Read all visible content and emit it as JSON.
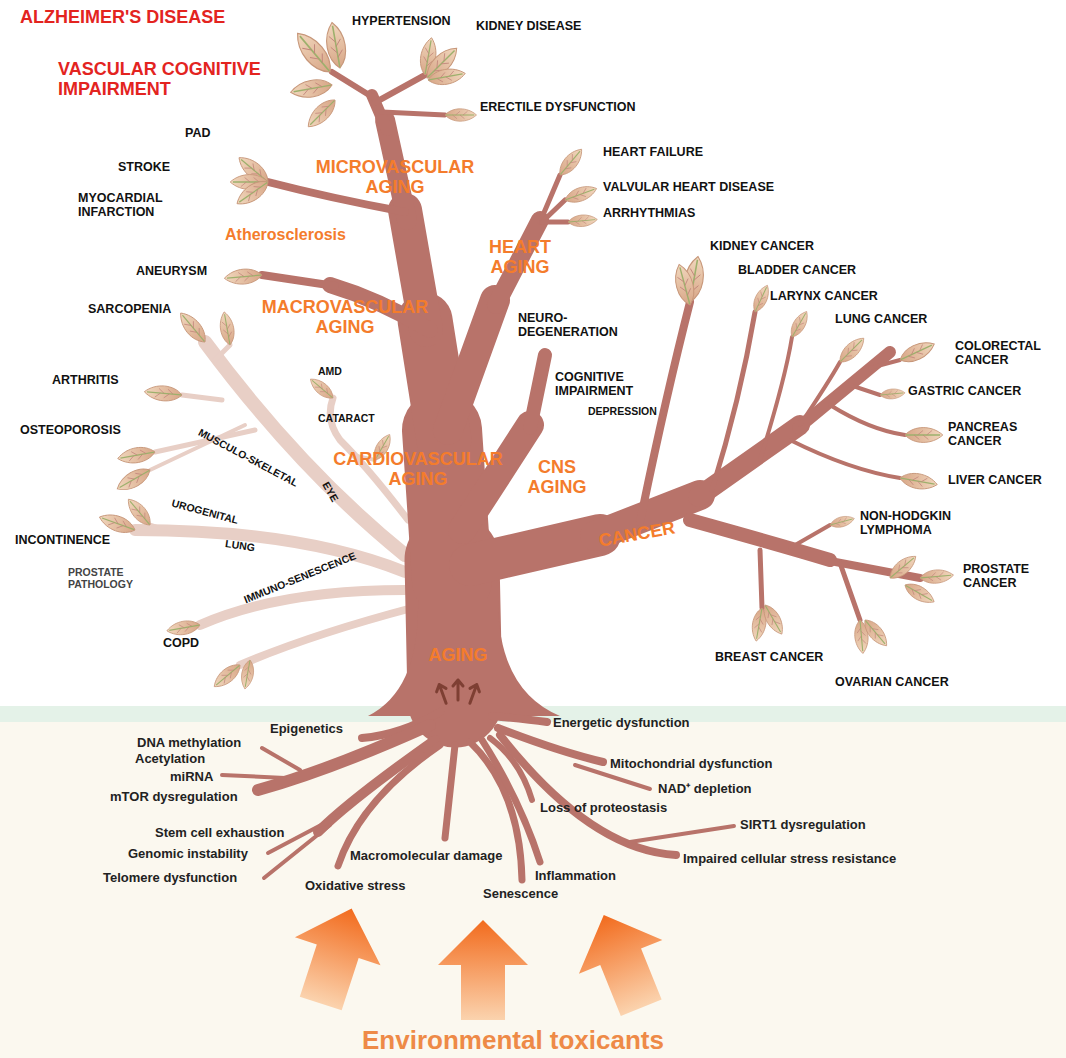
{
  "diagram": {
    "labels": [
      "ALZHEIMER'S DISEASE",
      "HYPERTENSION",
      "KIDNEY DISEASE",
      "VASCULAR COGNITIVE IMPAIRMENT",
      "ERECTILE DYSFUNCTION",
      "PAD",
      "STROKE",
      "MYOCARDIAL INFARCTION",
      "HEART FAILURE",
      "MICROVASCULAR AGING",
      "VALVULAR HEART DISEASE",
      "ARRHYTHMIAS",
      "Atherosclerosis",
      "HEART AGING",
      "KIDNEY CANCER",
      "BLADDER CANCER",
      "ANEURYSM",
      "LARYNX CANCER",
      "MACROVASCULAR AGING",
      "SARCOPENIA",
      "NEURO-DEGENERATION",
      "LUNG CANCER",
      "COLORECTAL CANCER",
      "AMD",
      "ARTHRITIS",
      "COGNITIVE IMPAIRMENT",
      "GASTRIC CANCER",
      "DEPRESSION",
      "CATARACT",
      "OSTEOPOROSIS",
      "PANCREAS CANCER",
      "CARDIOVASCULAR AGING",
      "CNS AGING",
      "MUSCULO-SKELETAL",
      "EYE",
      "LIVER CANCER",
      "NON-HODGKIN LYMPHOMA",
      "UROGENITAL",
      "INCONTINENCE",
      "CANCER",
      "LUNG",
      "IMMUNO-SENESCENCE",
      "PROSTATE PATHOLOGY",
      "PROSTATE CANCER",
      "COPD",
      "AGING",
      "BREAST CANCER",
      "OVARIAN CANCER",
      "Energetic dysfunction",
      "Epigenetics",
      "DNA methylation",
      "Acetylation",
      "Mitochondrial dysfunction",
      "miRNA",
      "NAD⁺ depletion",
      "mTOR dysregulation",
      "Loss of proteostasis",
      "SIRT1 dysregulation",
      "Stem cell exhaustion",
      "Genomic instability",
      "Macromolecular damage",
      "Impaired cellular stress resistance",
      "Inflammation",
      "Telomere dysfunction",
      "Oxidative stress",
      "Senescence",
      "Environmental toxicants"
    ]
  }
}
